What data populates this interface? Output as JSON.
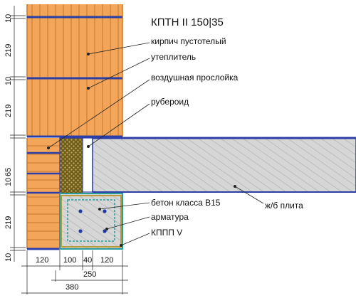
{
  "labels": {
    "title": "КПТН II 150|35",
    "brick": "кирпич пустотелый",
    "insulation": "утеплитель",
    "air_gap": "воздушная прослойка",
    "roofing": "рубероид",
    "concrete": "бетон класса B15",
    "rebar": "арматура",
    "kppp": "КППП V",
    "slab": "ж/б плита"
  },
  "dims_vertical": [
    "10",
    "219",
    "10",
    "219",
    "10",
    "65",
    "219",
    "10"
  ],
  "dims_horizontal": [
    "120",
    "100",
    "40",
    "120",
    "250",
    "380"
  ],
  "colors": {
    "brick": "#f3a65a",
    "brick_line": "#c9772f",
    "joint": "#2c3fa8",
    "insulation": "#8f7a2a",
    "slab": "#d6d6d6",
    "slab_border": "#2c3fa8",
    "beam": "#cfcfcf",
    "beam_border": "#2a9b9b",
    "rebar": "#1d3aa8"
  }
}
